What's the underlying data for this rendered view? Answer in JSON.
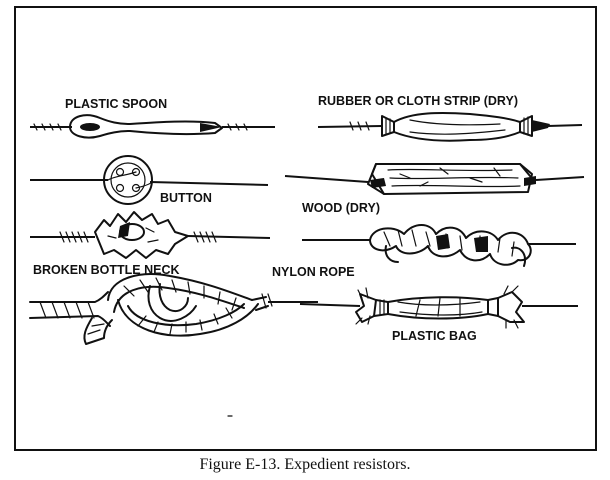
{
  "labels": {
    "plastic_spoon": "PLASTIC SPOON",
    "rubber_strip": "RUBBER OR CLOTH STRIP (DRY)",
    "button": "BUTTON",
    "wood": "WOOD (DRY)",
    "bottle_neck": "BROKEN BOTTLE NECK",
    "nylon_rope": "NYLON ROPE",
    "plastic_bag": "PLASTIC BAG"
  },
  "caption": "Figure E-13. Expedient resistors."
}
